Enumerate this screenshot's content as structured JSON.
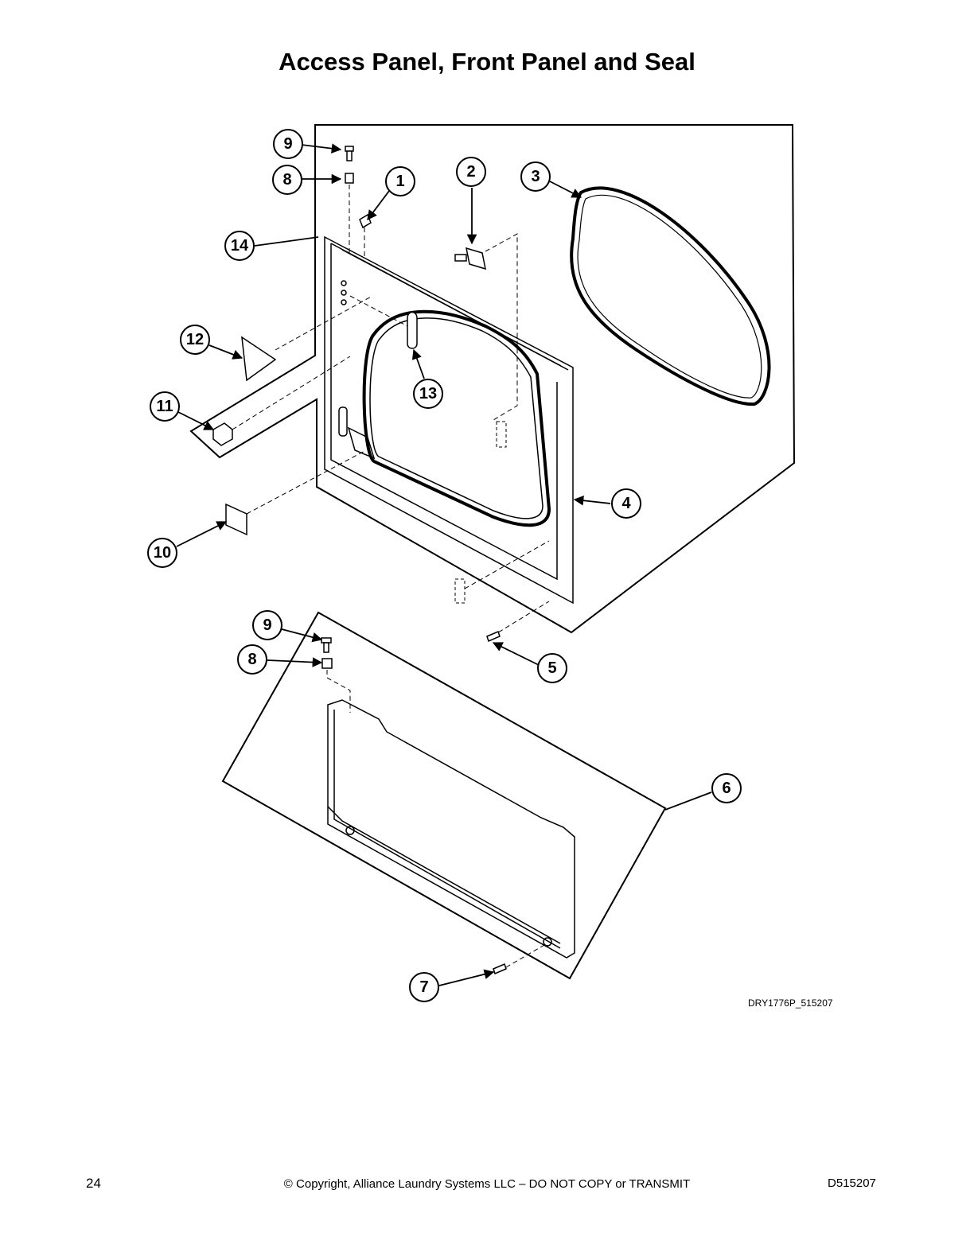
{
  "page": {
    "title": "Access Panel, Front Panel and Seal",
    "drawing_id": "DRY1776P_515207",
    "footer": {
      "page_number": "24",
      "copyright": "© Copyright, Alliance Laundry Systems LLC – DO NOT COPY or TRANSMIT",
      "doc_number": "D515207"
    }
  },
  "callouts": [
    "9",
    "8",
    "1",
    "2",
    "3",
    "14",
    "12",
    "13",
    "11",
    "4",
    "10",
    "9",
    "8",
    "5",
    "6",
    "7"
  ]
}
